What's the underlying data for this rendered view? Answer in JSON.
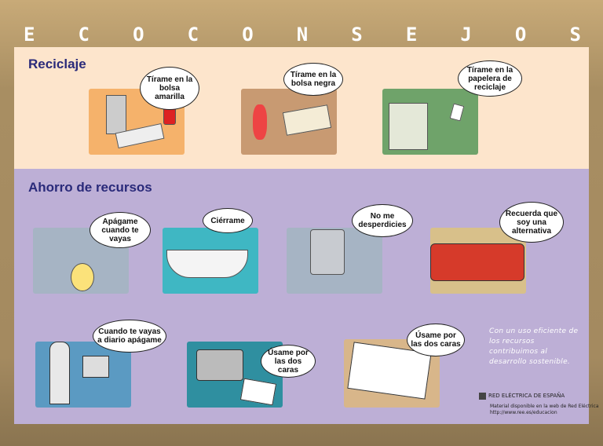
{
  "title_letters": [
    "E",
    "C",
    "O",
    "C",
    "O",
    "N",
    "S",
    "E",
    "J",
    "O",
    "S"
  ],
  "reciclaje": {
    "heading": "Reciclaje",
    "tips": [
      "Tírame en la bolsa amarilla",
      "Tírame en la bolsa negra",
      "Tírame en la papelera de reciclaje"
    ]
  },
  "ahorro": {
    "heading": "Ahorro de recursos",
    "tips": [
      "Apágame cuando te vayas",
      "Ciérrame",
      "No me desperdicies",
      "Recuerda que soy una alternativa",
      "Cuando te vayas a diario apágame",
      "Úsame por las dos caras",
      "Úsame por las dos caras"
    ]
  },
  "slogan": "Con un uso eficiente de los recursos contribuimos al desarrollo sostenible.",
  "footer": {
    "org": "RED ELÉCTRICA DE ESPAÑA",
    "note": "Material disponible en la web de Red Eléctrica",
    "url": "http://www.ree.es/educacion"
  },
  "colors": {
    "frame": "#a88e62",
    "reciclaje_bg": "#fde5cc",
    "ahorro_bg": "#bdafd6",
    "heading": "#2a2a7a"
  }
}
